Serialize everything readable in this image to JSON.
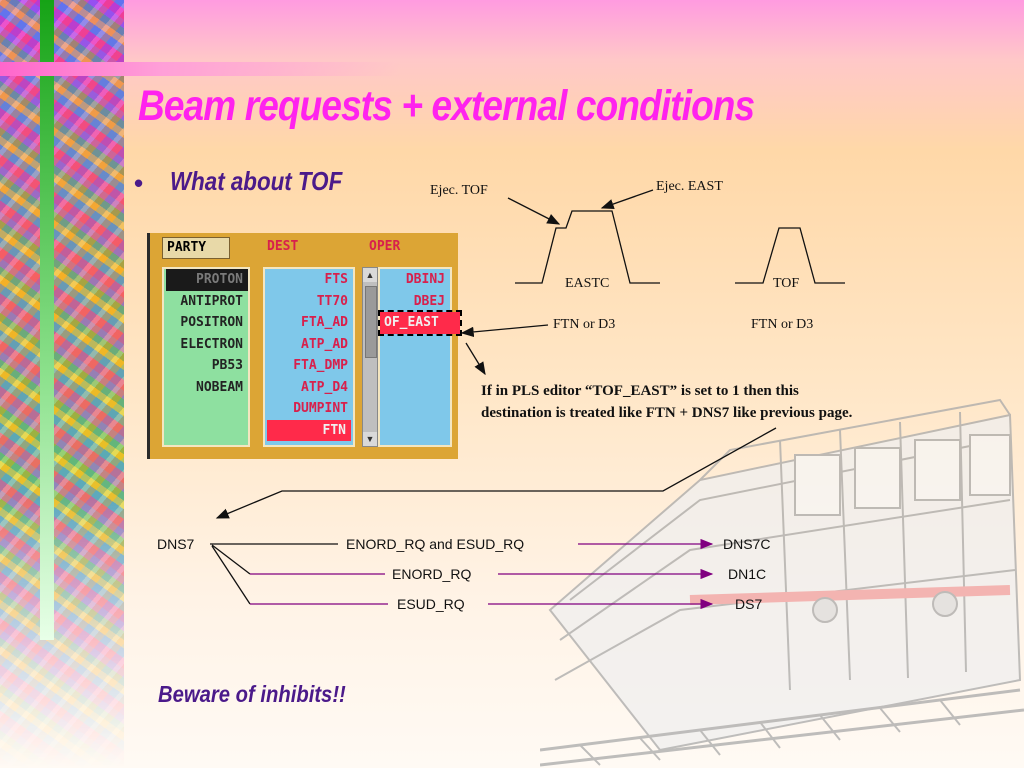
{
  "slide": {
    "title": "Beam requests + external conditions",
    "bullet_symbol": "•",
    "bullet": "What about TOF",
    "beware": "Beware of inhibits!!"
  },
  "editor": {
    "headers": {
      "party": "PARTY",
      "dest": "DEST",
      "oper": "OPER"
    },
    "party_items": [
      "PROTON",
      "ANTIPROT",
      "POSITRON",
      "ELECTRON",
      "PB53",
      "NOBEAM"
    ],
    "dest_items": [
      "FTS",
      "TT70",
      "FTA_AD",
      "ATP_AD",
      "FTA_DMP",
      "ATP_D4",
      "DUMPINT",
      "FTN"
    ],
    "oper_items": [
      "DBINJ",
      "DBEJ",
      "OF_EAST"
    ],
    "scroll_up": "▲",
    "scroll_down": "▼"
  },
  "timing": {
    "ejec_tof": "Ejec. TOF",
    "ejec_east": "Ejec. EAST",
    "eastc": "EASTC",
    "tof": "TOF",
    "ftn_d3_left": "FTN or D3",
    "ftn_d3_right": "FTN or D3"
  },
  "note": {
    "line1": "If in PLS editor “TOF_EAST” is set to 1 then this",
    "line2": "destination is treated like FTN + DNS7 like previous page."
  },
  "dns": {
    "source": "DNS7",
    "row1_label": "ENORD_RQ and ESUD_RQ",
    "row1_target": "DNS7C",
    "row2_label": "ENORD_RQ",
    "row2_target": "DN1C",
    "row3_label": "ESUD_RQ",
    "row3_target": "DS7"
  }
}
